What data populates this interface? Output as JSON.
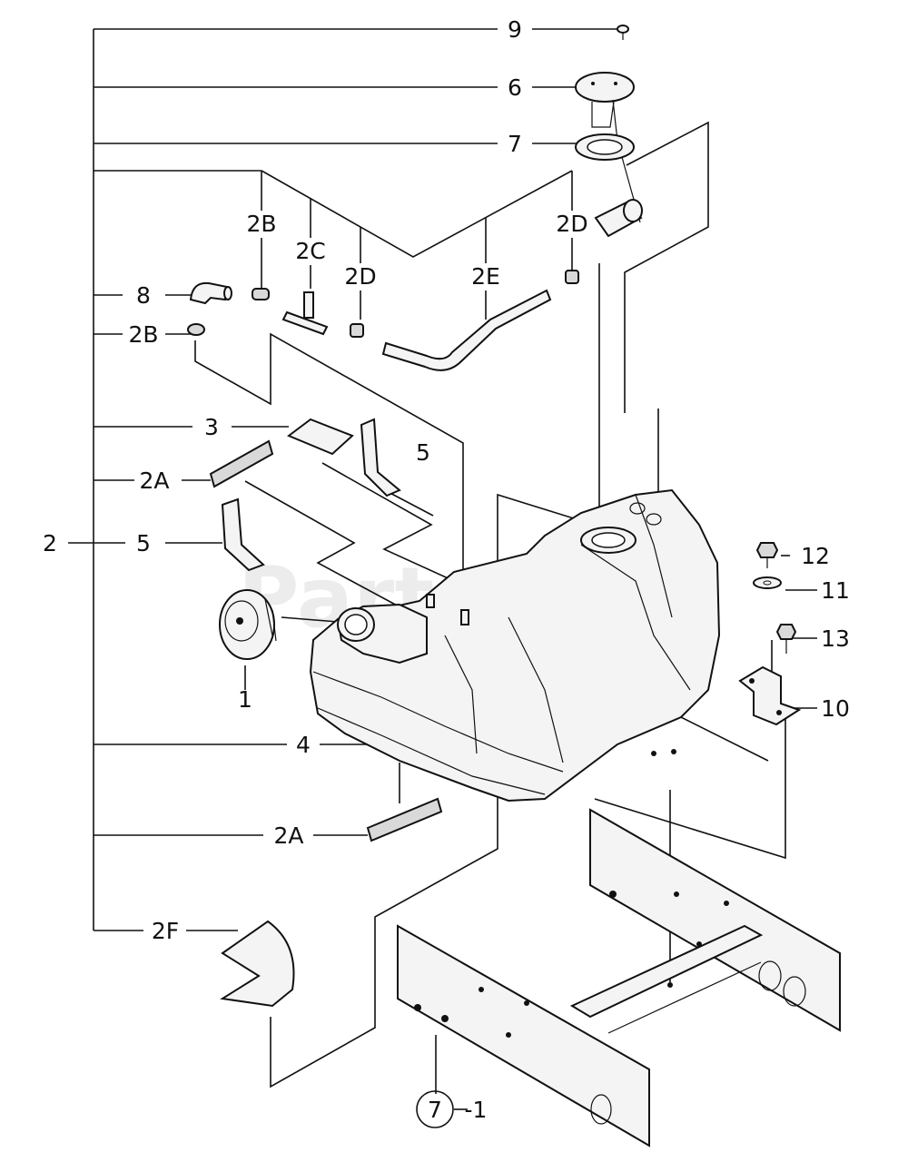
{
  "diagram": {
    "watermark": "PartsTree",
    "trademark": "™",
    "callouts": [
      {
        "id": "c9",
        "text": "9"
      },
      {
        "id": "c6",
        "text": "6"
      },
      {
        "id": "c7",
        "text": "7"
      },
      {
        "id": "c2b-top",
        "text": "2B"
      },
      {
        "id": "c2c",
        "text": "2C"
      },
      {
        "id": "c2d-left",
        "text": "2D"
      },
      {
        "id": "c2e",
        "text": "2E"
      },
      {
        "id": "c2d-right",
        "text": "2D"
      },
      {
        "id": "c8",
        "text": "8"
      },
      {
        "id": "c2b-left",
        "text": "2B"
      },
      {
        "id": "c3",
        "text": "3"
      },
      {
        "id": "c5-top",
        "text": "5"
      },
      {
        "id": "c2a-top",
        "text": "2A"
      },
      {
        "id": "c2",
        "text": "2"
      },
      {
        "id": "c5-left",
        "text": "5"
      },
      {
        "id": "c1",
        "text": "1"
      },
      {
        "id": "c12",
        "text": "12"
      },
      {
        "id": "c11",
        "text": "11"
      },
      {
        "id": "c13",
        "text": "13"
      },
      {
        "id": "c10",
        "text": "10"
      },
      {
        "id": "c4",
        "text": "4"
      },
      {
        "id": "c2a-bottom",
        "text": "2A"
      },
      {
        "id": "c2f",
        "text": "2F"
      },
      {
        "id": "c7-1-circle",
        "text": "7"
      },
      {
        "id": "c7-1-suffix",
        "text": "-1"
      }
    ]
  }
}
